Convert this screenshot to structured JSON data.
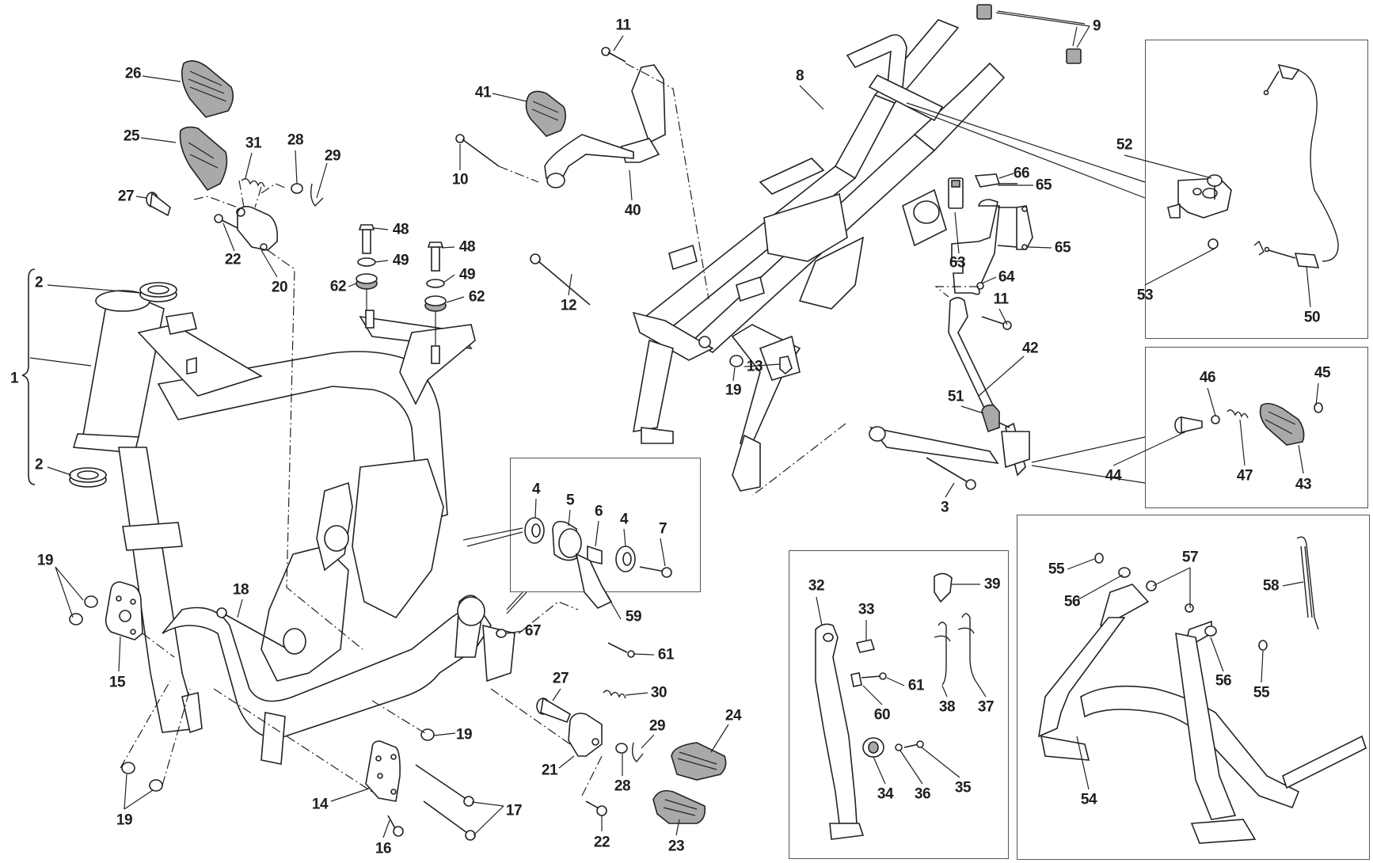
{
  "diagram": {
    "title": "Frame, footrests and stands exploded parts diagram",
    "line_color": "#222222",
    "part_fill_color": "#a9a9a9",
    "background": "#ffffff",
    "bracket_label": "1",
    "callouts": [
      {
        "id": "c1",
        "number": "1",
        "part": "frame"
      },
      {
        "id": "c2a",
        "number": "2",
        "part": "steering-bearing-top"
      },
      {
        "id": "c2b",
        "number": "2",
        "part": "steering-bearing-bottom"
      },
      {
        "id": "c3",
        "number": "3",
        "part": "bolt"
      },
      {
        "id": "c4a",
        "number": "4",
        "part": "bearing"
      },
      {
        "id": "c5",
        "number": "5",
        "part": "bushing"
      },
      {
        "id": "c6",
        "number": "6",
        "part": "spacer"
      },
      {
        "id": "c4b",
        "number": "4",
        "part": "bearing"
      },
      {
        "id": "c7",
        "number": "7",
        "part": "bolt"
      },
      {
        "id": "c8",
        "number": "8",
        "part": "rear-subframe"
      },
      {
        "id": "c9",
        "number": "9",
        "part": "end-caps"
      },
      {
        "id": "c10",
        "number": "10",
        "part": "bolt"
      },
      {
        "id": "c11a",
        "number": "11",
        "part": "screw"
      },
      {
        "id": "c11b",
        "number": "11",
        "part": "screw"
      },
      {
        "id": "c12",
        "number": "12",
        "part": "bolt"
      },
      {
        "id": "c13",
        "number": "13",
        "part": "clip"
      },
      {
        "id": "c14",
        "number": "14",
        "part": "plate"
      },
      {
        "id": "c15",
        "number": "15",
        "part": "plate"
      },
      {
        "id": "c16",
        "number": "16",
        "part": "bolt"
      },
      {
        "id": "c17",
        "number": "17",
        "part": "bolts"
      },
      {
        "id": "c18",
        "number": "18",
        "part": "bolt"
      },
      {
        "id": "c19a",
        "number": "19",
        "part": "nuts"
      },
      {
        "id": "c19b",
        "number": "19",
        "part": "nuts"
      },
      {
        "id": "c19c",
        "number": "19",
        "part": "nut"
      },
      {
        "id": "c19d",
        "number": "19",
        "part": "nut"
      },
      {
        "id": "c20",
        "number": "20",
        "part": "footrest-bracket-left"
      },
      {
        "id": "c21",
        "number": "21",
        "part": "footrest-bracket-right"
      },
      {
        "id": "c22a",
        "number": "22",
        "part": "bolt"
      },
      {
        "id": "c22b",
        "number": "22",
        "part": "bolt"
      },
      {
        "id": "c23",
        "number": "23",
        "part": "footrest-right"
      },
      {
        "id": "c24",
        "number": "24",
        "part": "footrest-rubber-right"
      },
      {
        "id": "c25",
        "number": "25",
        "part": "footrest-left"
      },
      {
        "id": "c26",
        "number": "26",
        "part": "footrest-rubber-left"
      },
      {
        "id": "c27a",
        "number": "27",
        "part": "pin"
      },
      {
        "id": "c27b",
        "number": "27",
        "part": "pin"
      },
      {
        "id": "c28a",
        "number": "28",
        "part": "washer"
      },
      {
        "id": "c28b",
        "number": "28",
        "part": "washer"
      },
      {
        "id": "c29a",
        "number": "29",
        "part": "clip"
      },
      {
        "id": "c29b",
        "number": "29",
        "part": "clip"
      },
      {
        "id": "c30",
        "number": "30",
        "part": "spring"
      },
      {
        "id": "c31",
        "number": "31",
        "part": "spring"
      },
      {
        "id": "c32",
        "number": "32",
        "part": "side-stand"
      },
      {
        "id": "c33",
        "number": "33",
        "part": "pin"
      },
      {
        "id": "c34",
        "number": "34",
        "part": "rubber"
      },
      {
        "id": "c35",
        "number": "35",
        "part": "screw"
      },
      {
        "id": "c36",
        "number": "36",
        "part": "washer"
      },
      {
        "id": "c37",
        "number": "37",
        "part": "spring"
      },
      {
        "id": "c38",
        "number": "38",
        "part": "spring"
      },
      {
        "id": "c39",
        "number": "39",
        "part": "plate"
      },
      {
        "id": "c40",
        "number": "40",
        "part": "passenger-footrest-bracket"
      },
      {
        "id": "c41",
        "number": "41",
        "part": "passenger-footrest"
      },
      {
        "id": "c42",
        "number": "42",
        "part": "passenger-footrest-bracket"
      },
      {
        "id": "c43",
        "number": "43",
        "part": "footrest"
      },
      {
        "id": "c44",
        "number": "44",
        "part": "pin"
      },
      {
        "id": "c45",
        "number": "45",
        "part": "clip"
      },
      {
        "id": "c46",
        "number": "46",
        "part": "ball"
      },
      {
        "id": "c47",
        "number": "47",
        "part": "spring"
      },
      {
        "id": "c48a",
        "number": "48",
        "part": "bolt"
      },
      {
        "id": "c48b",
        "number": "48",
        "part": "bolt"
      },
      {
        "id": "c49a",
        "number": "49",
        "part": "washer"
      },
      {
        "id": "c49b",
        "number": "49",
        "part": "washer"
      },
      {
        "id": "c50",
        "number": "50",
        "part": "cable"
      },
      {
        "id": "c51",
        "number": "51",
        "part": "rubber-damper"
      },
      {
        "id": "c52",
        "number": "52",
        "part": "screw"
      },
      {
        "id": "c53",
        "number": "53",
        "part": "nut"
      },
      {
        "id": "c54",
        "number": "54",
        "part": "center-stand"
      },
      {
        "id": "c55a",
        "number": "55",
        "part": "pin"
      },
      {
        "id": "c55b",
        "number": "55",
        "part": "pin"
      },
      {
        "id": "c56a",
        "number": "56",
        "part": "washer"
      },
      {
        "id": "c56b",
        "number": "56",
        "part": "washer"
      },
      {
        "id": "c57",
        "number": "57",
        "part": "nuts"
      },
      {
        "id": "c58",
        "number": "58",
        "part": "spring"
      },
      {
        "id": "c59",
        "number": "59",
        "part": "sensor-bracket"
      },
      {
        "id": "c60",
        "number": "60",
        "part": "cover"
      },
      {
        "id": "c61a",
        "number": "61",
        "part": "screw"
      },
      {
        "id": "c61b",
        "number": "61",
        "part": "screw"
      },
      {
        "id": "c62a",
        "number": "62",
        "part": "rubber-grommet"
      },
      {
        "id": "c62b",
        "number": "62",
        "part": "rubber-grommet"
      },
      {
        "id": "c63",
        "number": "63",
        "part": "control-unit"
      },
      {
        "id": "c64",
        "number": "64",
        "part": "bracket"
      },
      {
        "id": "c65a",
        "number": "65",
        "part": "screw"
      },
      {
        "id": "c65b",
        "number": "65",
        "part": "screw"
      },
      {
        "id": "c66",
        "number": "66",
        "part": "relay"
      },
      {
        "id": "c67",
        "number": "67",
        "part": "nut"
      }
    ]
  }
}
